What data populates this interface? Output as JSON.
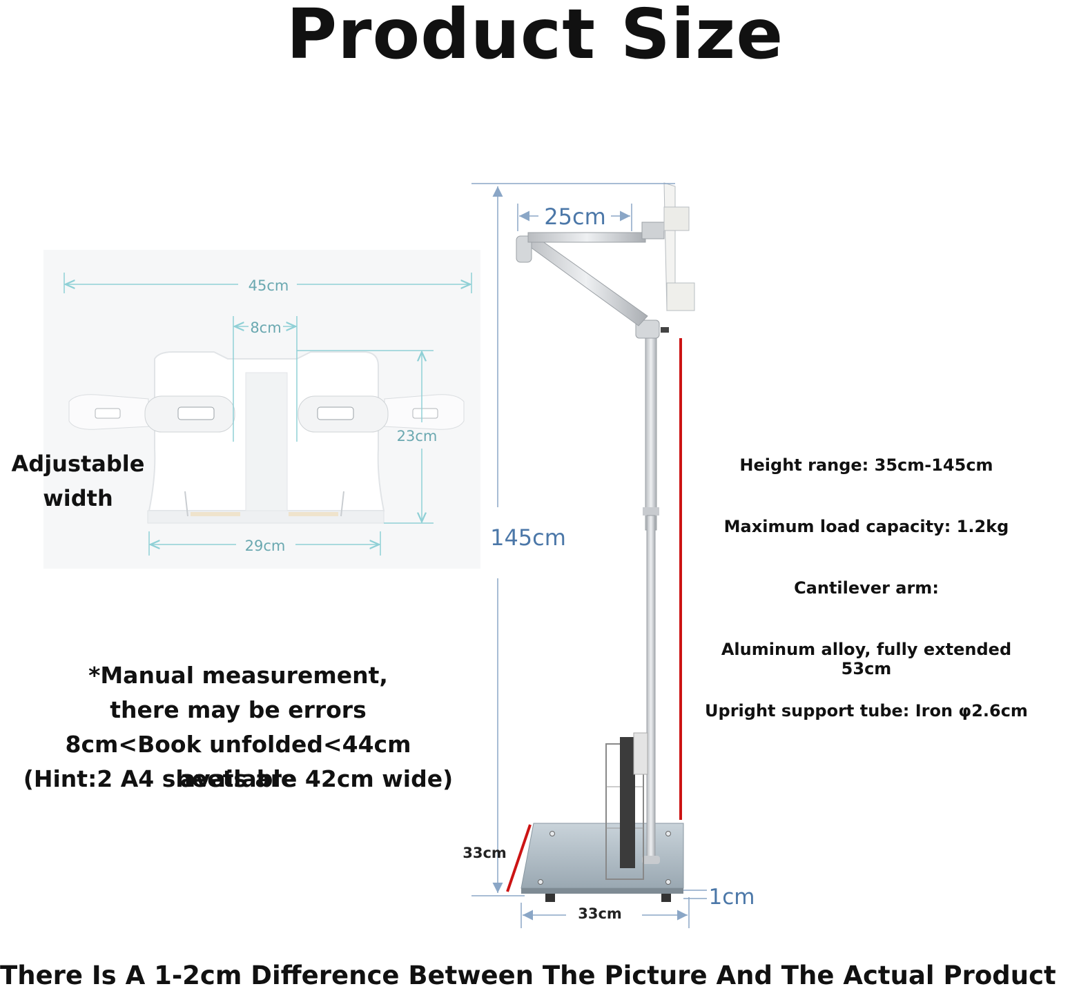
{
  "title": "Product Size",
  "holder_panel": {
    "width_total": "45cm",
    "clip_gap": "8cm",
    "height": "23cm",
    "base_width": "29cm",
    "adjustable_label": "Adjustable width"
  },
  "stand": {
    "arm_length": "25cm",
    "total_height": "145cm",
    "base_depth": "33cm",
    "base_width": "33cm",
    "base_thickness": "1cm"
  },
  "specs": [
    "Height range: 35cm-145cm",
    "Maximum load capacity: 1.2kg",
    "Cantilever arm:",
    "Aluminum alloy, fully extended 53cm",
    "Upright support tube: Iron φ2.6cm"
  ],
  "note_lines": [
    "*Manual measurement,",
    "there may be errors",
    "8cm<Book unfolded<44cm available",
    "(Hint:2 A4 sheets are 42cm wide)"
  ],
  "footer": "There Is A 1-2cm Difference Between The Picture And The Actual Product",
  "colors": {
    "dim_line_panel": "#8fd0d6",
    "dim_text_panel": "#6aa8b0",
    "dim_line_stand": "#8aa6c6",
    "dim_text_stand": "#4b77a8",
    "red_marker": "#cc1414"
  }
}
